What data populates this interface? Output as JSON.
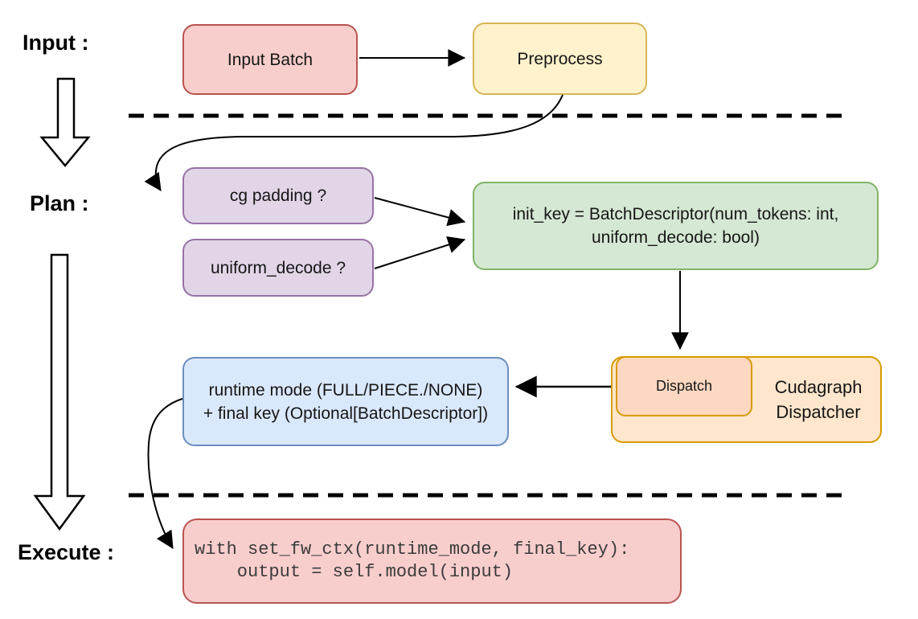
{
  "stages": {
    "input": "Input :",
    "plan": "Plan :",
    "execute": "Execute :"
  },
  "nodes": {
    "input_batch": {
      "label": "Input Batch",
      "fill": "#f8cecc",
      "stroke": "#b85450"
    },
    "preprocess": {
      "label": "Preprocess",
      "fill": "#fff2cc",
      "stroke": "#d6b656"
    },
    "cg_padding": {
      "label": "cg padding ?",
      "fill": "#e1d5e7",
      "stroke": "#9673a6"
    },
    "uniform_decode": {
      "label": "uniform_decode ?",
      "fill": "#e1d5e7",
      "stroke": "#9673a6"
    },
    "init_key": {
      "label": "init_key = BatchDescriptor(num_tokens: int,\nuniform_decode: bool)",
      "fill": "#d5e8d4",
      "stroke": "#82b366"
    },
    "cudagraph_dispatcher": {
      "label": "Cudagraph Dispatcher",
      "fill": "#ffe6cc",
      "stroke": "#d79b00"
    },
    "dispatch": {
      "label": "Dispatch",
      "fill": "#fcd8c2",
      "stroke": "#d79b00"
    },
    "runtime_mode": {
      "label": "runtime mode (FULL/PIECE./NONE)\n+ final key (Optional[BatchDescriptor])",
      "fill": "#dae8fc",
      "stroke": "#6c8ebf"
    },
    "execute_code": {
      "code": "with set_fw_ctx(runtime_mode, final_key):\n    output = self.model(input)",
      "fill": "#f8cecc",
      "stroke": "#b85450"
    }
  },
  "connector_color": "#000000"
}
